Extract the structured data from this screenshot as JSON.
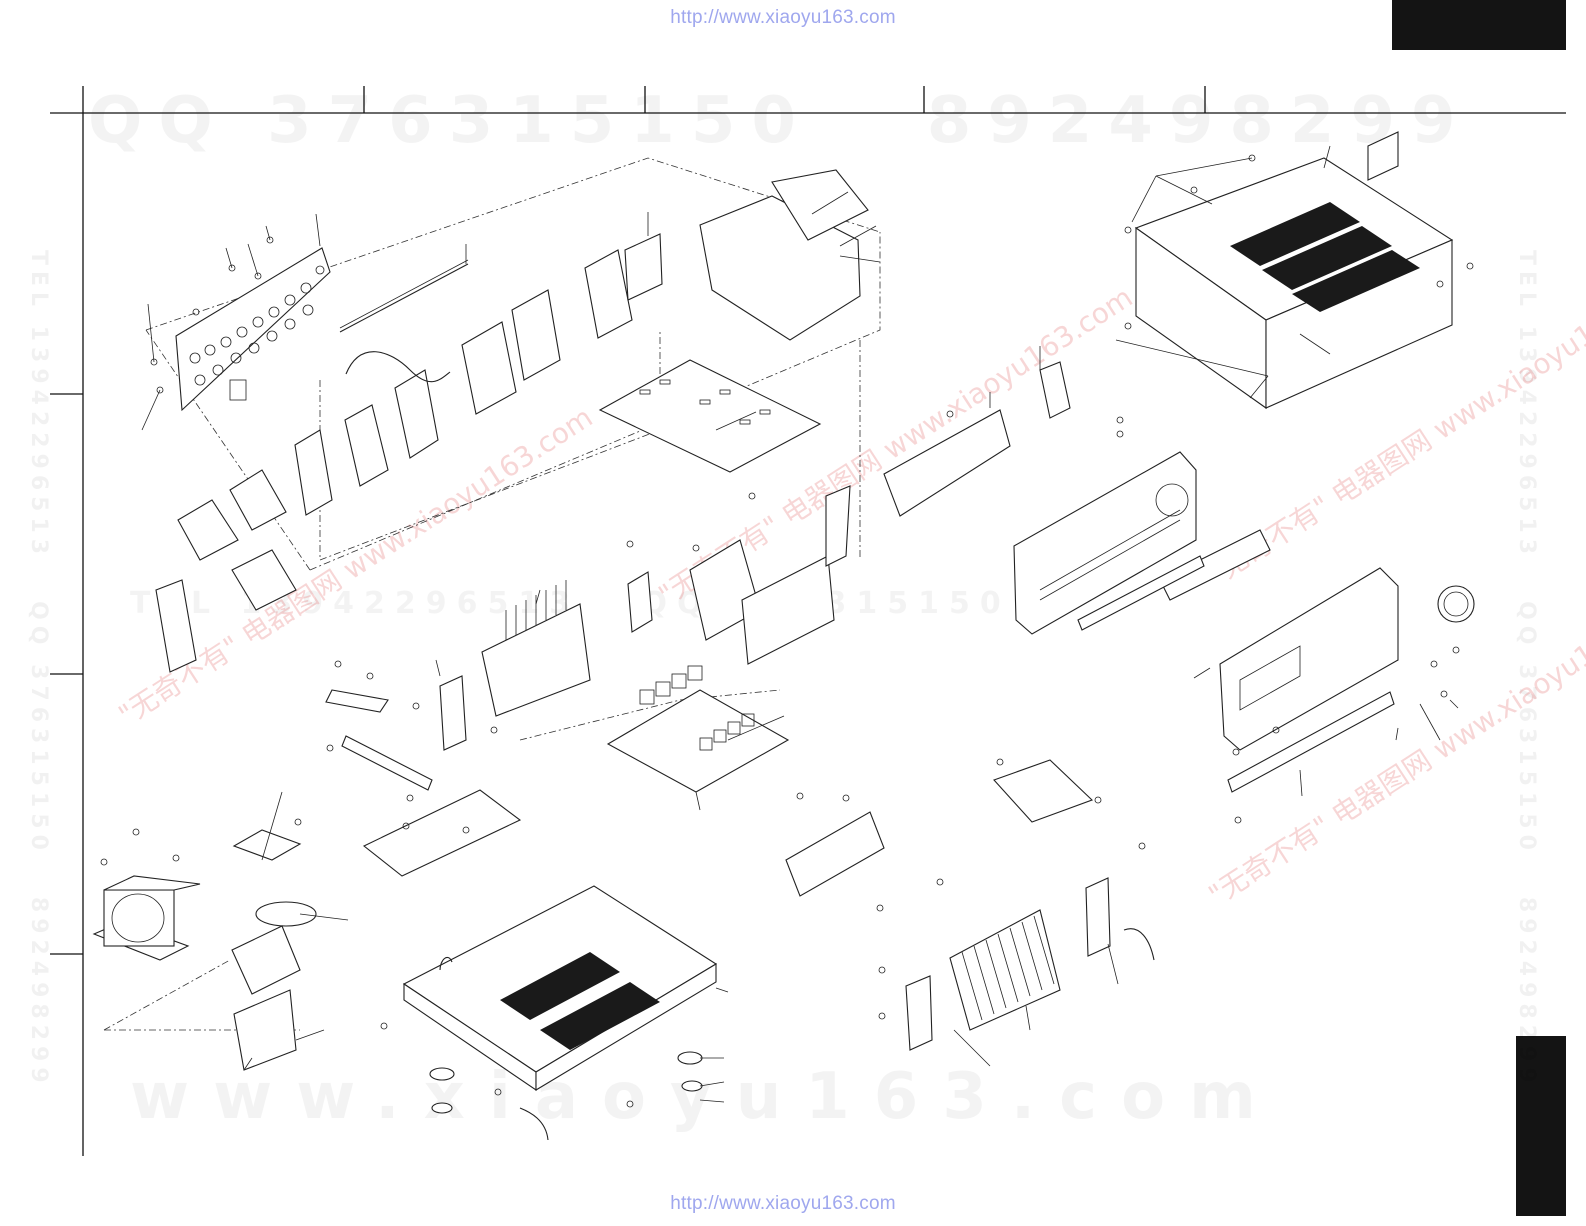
{
  "header": {
    "source_url_top": "http://www.xiaoyu163.com",
    "source_url_bottom": "http://www.xiaoyu163.com"
  },
  "watermarks": {
    "top_band": "QQ 376315150   892498299",
    "middle_band": "TEL 13942296513   QQ 376315150",
    "bottom_band": "www.xiaoyu163.com",
    "side_text": "TEL 13942296513   QQ 376315150   892498299",
    "diagonal_text": "\"无奇不有\" 电器图网 www.xiaoyu163.com"
  },
  "colors": {
    "url": "#9fa7ee",
    "line": "#222222",
    "tab": "#141414"
  }
}
